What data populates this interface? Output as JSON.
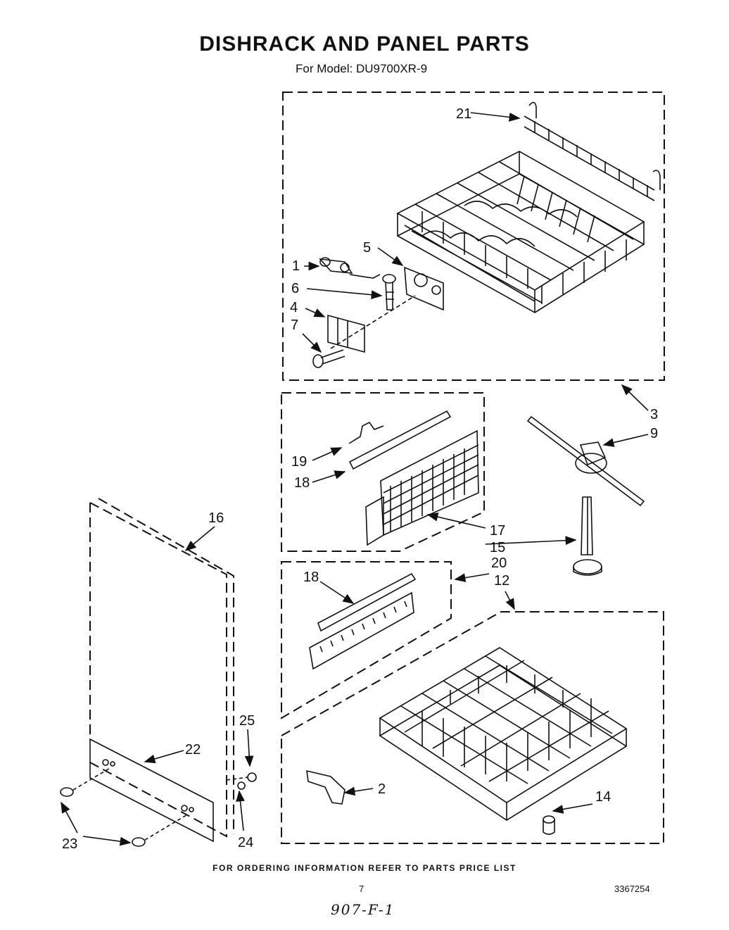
{
  "title": "DISHRACK AND PANEL PARTS",
  "model_line": "For Model: DU9700XR-9",
  "footer": "FOR ORDERING INFORMATION REFER TO PARTS PRICE LIST",
  "page_number": "7",
  "document_number": "3367254",
  "handwritten_note": "907-F-1",
  "callouts": {
    "c1": "1",
    "c2": "2",
    "c3": "3",
    "c4": "4",
    "c5": "5",
    "c6": "6",
    "c7": "7",
    "c9": "9",
    "c12": "12",
    "c14": "14",
    "c15": "15",
    "c16": "16",
    "c17": "17",
    "c18a": "18",
    "c18b": "18",
    "c19": "19",
    "c20": "20",
    "c21": "21",
    "c22": "22",
    "c23": "23",
    "c24": "24",
    "c25": "25"
  }
}
